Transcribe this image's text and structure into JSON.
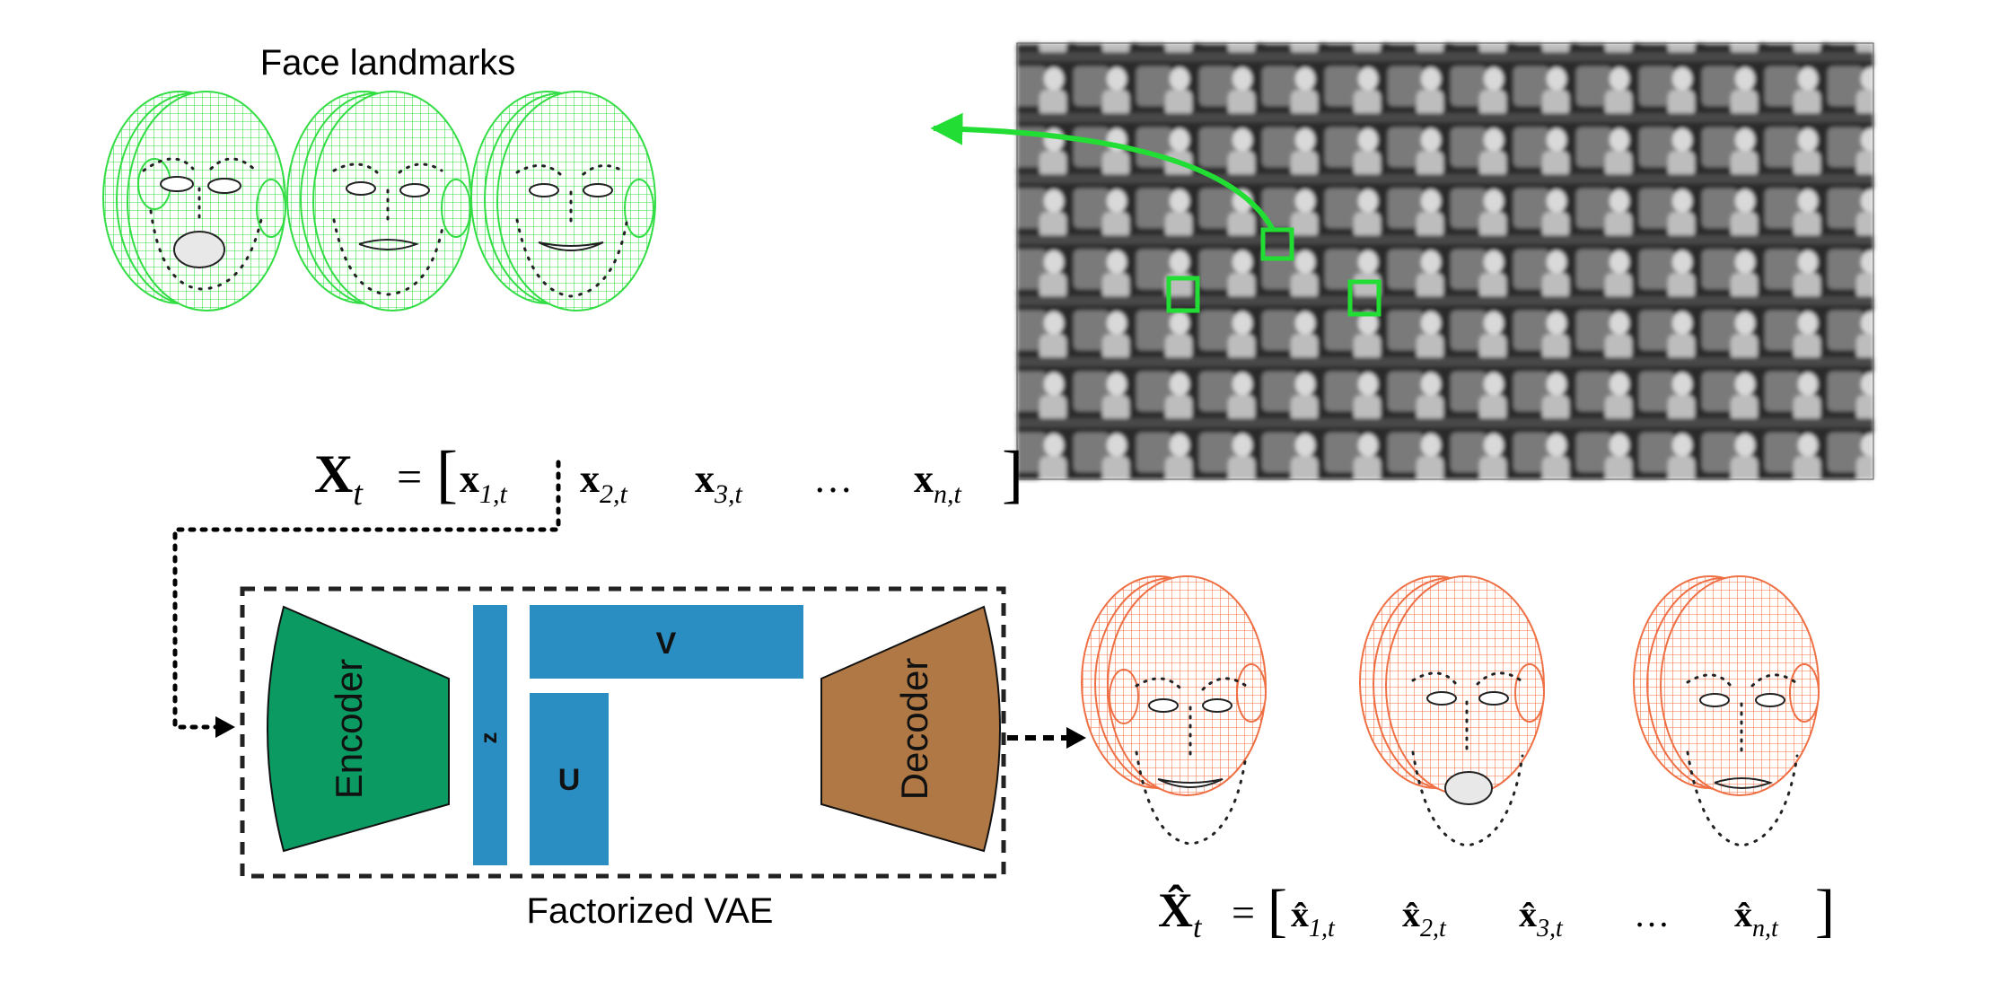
{
  "title": "Face landmarks",
  "input_eq": {
    "lhs": "X",
    "lhs_sub": "t",
    "eq": "=",
    "items": [
      {
        "base": "x",
        "sub": "1,t"
      },
      {
        "base": "x",
        "sub": "2,t"
      },
      {
        "base": "x",
        "sub": "3,t"
      }
    ],
    "dots": "…",
    "last": {
      "base": "x",
      "sub": "n,t"
    }
  },
  "output_eq": {
    "lhs": "X̂",
    "lhs_sub": "t",
    "eq": "=",
    "items": [
      {
        "base": "x̂",
        "sub": "1,t"
      },
      {
        "base": "x̂",
        "sub": "2,t"
      },
      {
        "base": "x̂",
        "sub": "3,t"
      }
    ],
    "dots": "…",
    "last": {
      "base": "x̂",
      "sub": "n,t"
    }
  },
  "vae": {
    "encoder": "Encoder",
    "decoder": "Decoder",
    "z": "z",
    "u": "U",
    "v": "V",
    "caption": "Factorized VAE"
  },
  "colors": {
    "landmark_green": "#33dd44",
    "landmark_orange": "#f07045",
    "encoder": "#0b9a62",
    "decoder": "#b07844",
    "latent": "#2a8ec2",
    "box_highlight": "#22dd33"
  }
}
